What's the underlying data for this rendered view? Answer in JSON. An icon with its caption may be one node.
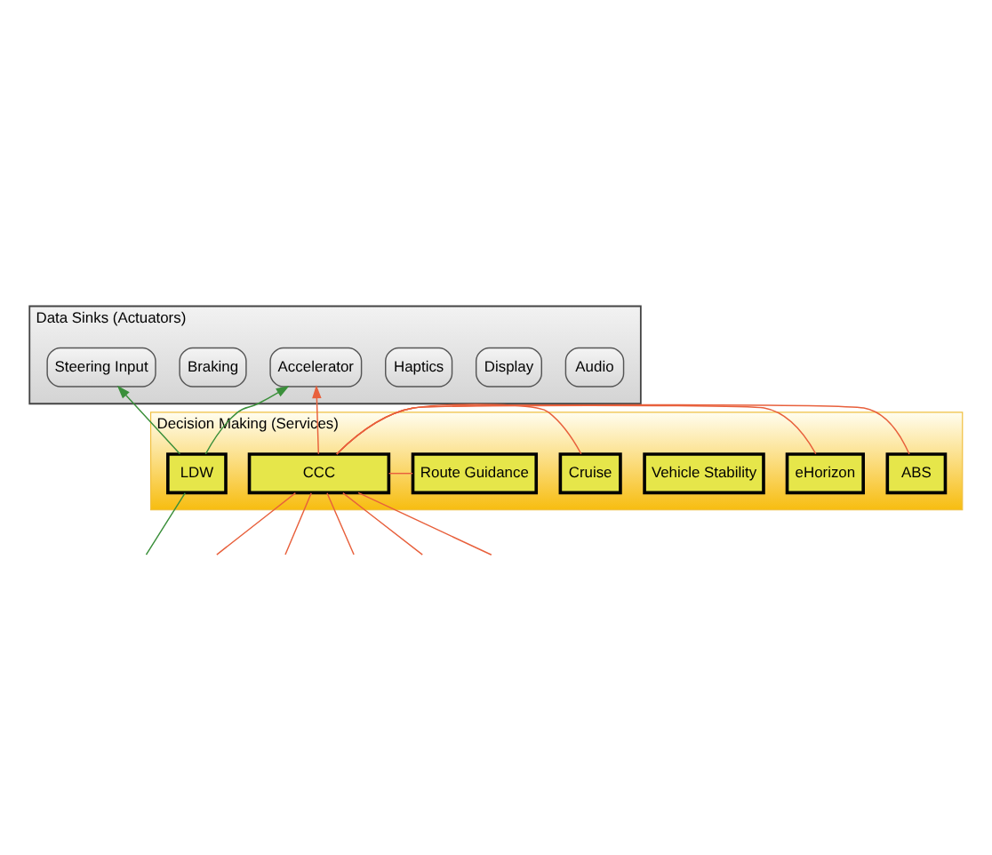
{
  "diagram": {
    "nodes": [
      {
        "text": [
          "Data Sinks (Actuators)"
        ]
      },
      {
        "text": [
          "Audio"
        ],
        "in": 0
      },
      {
        "text": [
          "Display"
        ],
        "in": 0
      },
      {
        "text": [
          "Haptics"
        ],
        "in": 0
      },
      {
        "text": [
          "Accelerator"
        ],
        "in": 0
      },
      {
        "text": [
          "Braking"
        ],
        "in": 0
      },
      {
        "text": [
          "Steering Input"
        ],
        "in": 0
      },
      {
        "text": [
          "Decision Making (Services)"
        ]
      },
      {
        "text": [
          "Vehicle Stability"
        ],
        "in": 7
      },
      {
        "text": [
          "Cruise"
        ],
        "in": 7
      },
      {
        "text": [
          "Route Guidance"
        ],
        "in": 7
      },
      {
        "text": [
          "ABS"
        ],
        "in": 7
      },
      {
        "text": [
          "CCC"
        ],
        "in": 7
      },
      {
        "text": [
          "LDW"
        ],
        "in": 7
      },
      {
        "text": [
          "eHorizon"
        ],
        "in": 7
      }
    ],
    "edges": [
      {
        "from": 12,
        "to": 4,
        "arrow": "to"
      },
      {
        "from": 13,
        "to": 4,
        "arrow": "to",
        "color": "#3a8f3a"
      },
      {
        "from": 13,
        "to": 6,
        "arrow": "to",
        "color": "#3a8f3a"
      },
      {
        "from": null,
        "to": 13,
        "arrow": "none",
        "color": "#3a8f3a"
      },
      {
        "from": 12,
        "to": 9,
        "arrow": "none"
      },
      {
        "from": 12,
        "to": 10,
        "arrow": "none"
      },
      {
        "from": 12,
        "to": 11,
        "arrow": "none"
      },
      {
        "from": 12,
        "to": 14,
        "arrow": "none"
      },
      {
        "from": 12,
        "to": null,
        "arrow": "none"
      },
      {
        "from": 12,
        "to": null,
        "arrow": "none"
      },
      {
        "from": 12,
        "to": null,
        "arrow": "none"
      },
      {
        "from": 12,
        "to": null,
        "arrow": "none"
      },
      {
        "from": 12,
        "to": null,
        "arrow": "none"
      }
    ]
  }
}
